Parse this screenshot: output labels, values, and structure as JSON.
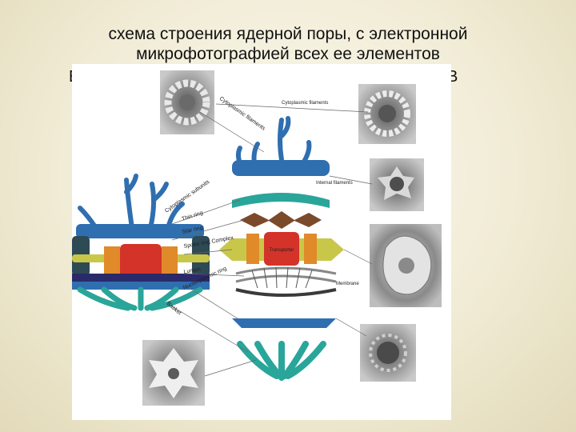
{
  "header": {
    "title_line1": "схема строения ядерной поры, с электронной",
    "title_line2": "микрофотографией всех ее элементов",
    "stray_left": "В",
    "stray_right": "В"
  },
  "diagram": {
    "labels": {
      "cytoplasmic_filaments_left": "Cytoplasmic filaments",
      "cytoplasmic_subunits": "Cytoplasmic subunits",
      "thin_ring": "Thin ring",
      "star_ring": "Star ring",
      "spoke_ring_complex": "Spoke ring Complex",
      "lumen": "Lumen",
      "nucleoplasmic_ring": "Nucleoplasmic ring",
      "basket": "Basket",
      "cytoplasmic_filaments_right": "Cytoplasmic filaments",
      "internal_filaments": "Internal filaments",
      "transporter": "Transporter",
      "membrane": "Membrane"
    },
    "colors": {
      "blue": "#2f6fb0",
      "teal": "#2aa59a",
      "orange": "#e08a2a",
      "red": "#d4332a",
      "yellow": "#c9c74a",
      "brown": "#7a4a2a",
      "gray_micrograph": "#9a9a9a"
    }
  }
}
